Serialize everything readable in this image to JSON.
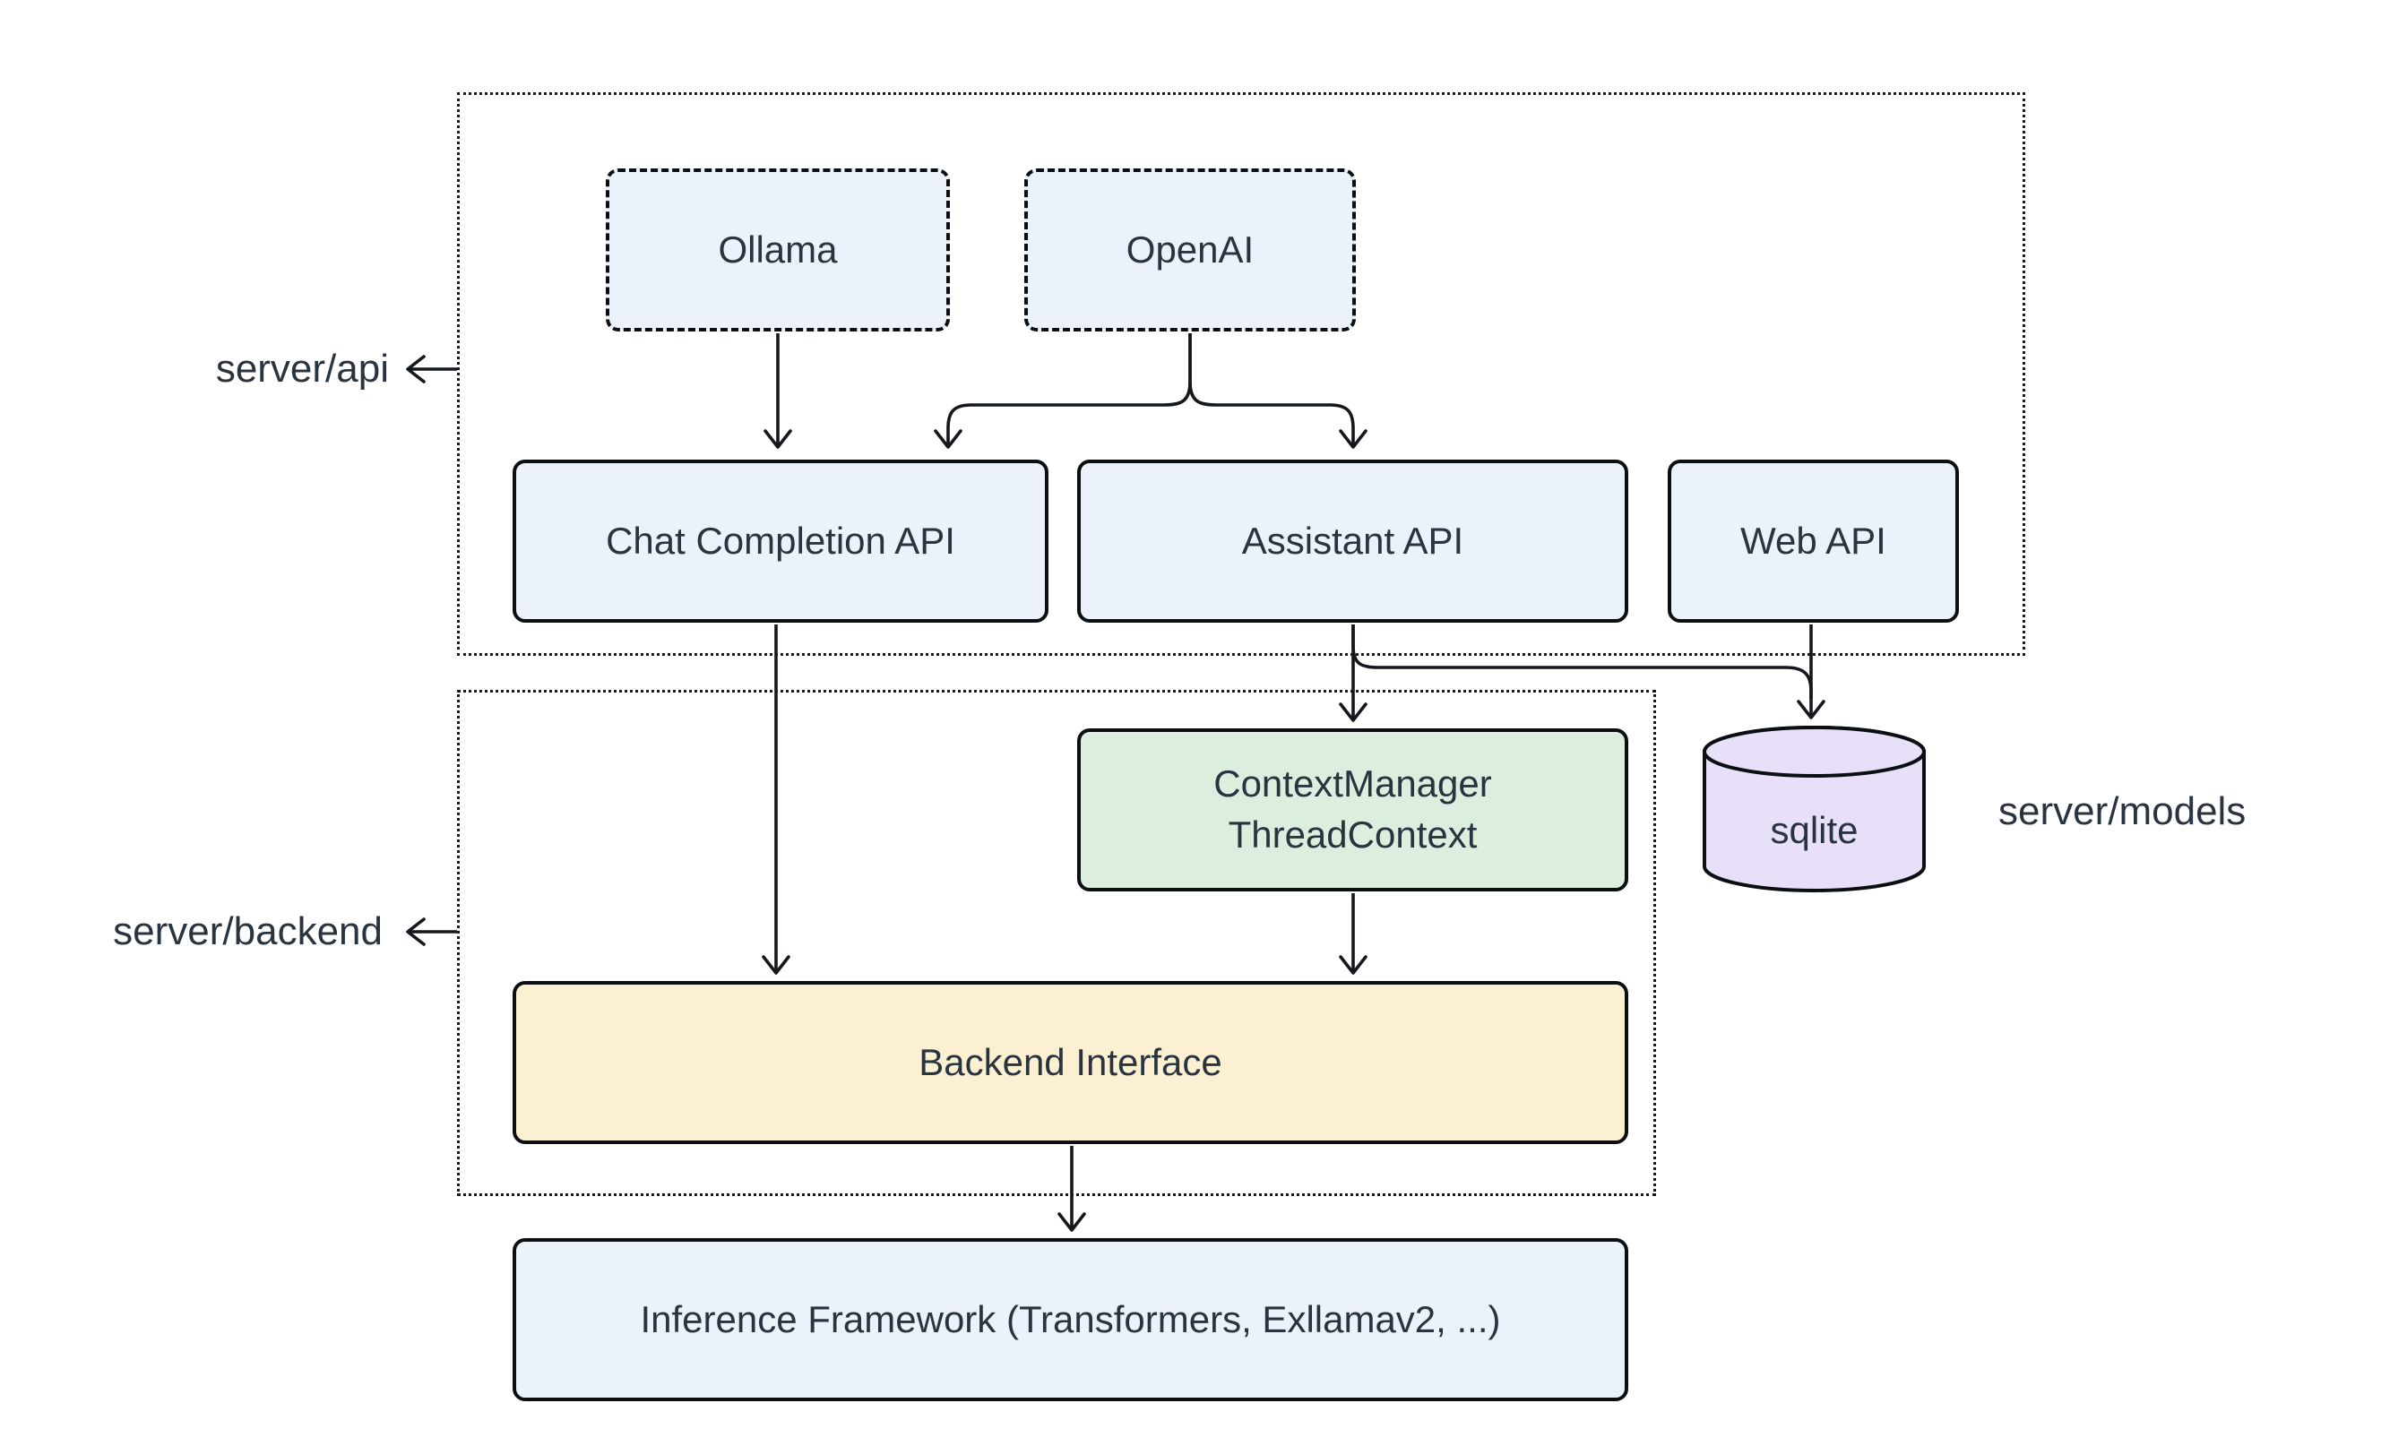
{
  "diagram": {
    "type": "architecture-flowchart",
    "groups": {
      "api": {
        "label": "server/api"
      },
      "backend": {
        "label": "server/backend"
      },
      "models": {
        "label": "server/models"
      }
    },
    "nodes": {
      "ollama": {
        "label": "Ollama",
        "shape": "dashed-box",
        "fill": "#ecf2fa"
      },
      "openai": {
        "label": "OpenAI",
        "shape": "dashed-box",
        "fill": "#ecf2fa"
      },
      "chat_completion_api": {
        "label": "Chat Completion API",
        "shape": "box",
        "fill": "#ecf2fa"
      },
      "assistant_api": {
        "label": "Assistant API",
        "shape": "box",
        "fill": "#ecf2fa"
      },
      "web_api": {
        "label": "Web API",
        "shape": "box",
        "fill": "#ecf2fa"
      },
      "context_manager": {
        "label_line1": "ContextManager",
        "label_line2": "ThreadContext",
        "shape": "box",
        "fill": "#dceedd"
      },
      "sqlite": {
        "label": "sqlite",
        "shape": "cylinder",
        "fill": "#e8e0f8"
      },
      "backend_interface": {
        "label": "Backend Interface",
        "shape": "box",
        "fill": "#fcf0d2"
      },
      "inference_framework": {
        "label": "Inference Framework (Transformers, Exllamav2, ...)",
        "shape": "box",
        "fill": "#ecf2fa"
      }
    },
    "edges": [
      {
        "from": "Ollama",
        "to": "Chat Completion API"
      },
      {
        "from": "OpenAI",
        "to": "Chat Completion API"
      },
      {
        "from": "OpenAI",
        "to": "Assistant API"
      },
      {
        "from": "Chat Completion API",
        "to": "Backend Interface"
      },
      {
        "from": "Assistant API",
        "to": "ContextManager ThreadContext"
      },
      {
        "from": "Assistant API",
        "to": "sqlite"
      },
      {
        "from": "Web API",
        "to": "sqlite"
      },
      {
        "from": "ContextManager ThreadContext",
        "to": "Backend Interface"
      },
      {
        "from": "Backend Interface",
        "to": "Inference Framework (Transformers, Exllamav2, ...)"
      }
    ],
    "colors": {
      "background": "#ffffff",
      "border": "#0c0f12",
      "edge": "#14181c",
      "text": "#2a3440",
      "node_fill_blue": "#ecf2fa",
      "node_fill_green": "#dceedd",
      "node_fill_yellow": "#fcf0d2",
      "node_fill_purple": "#e8e0f8"
    }
  }
}
